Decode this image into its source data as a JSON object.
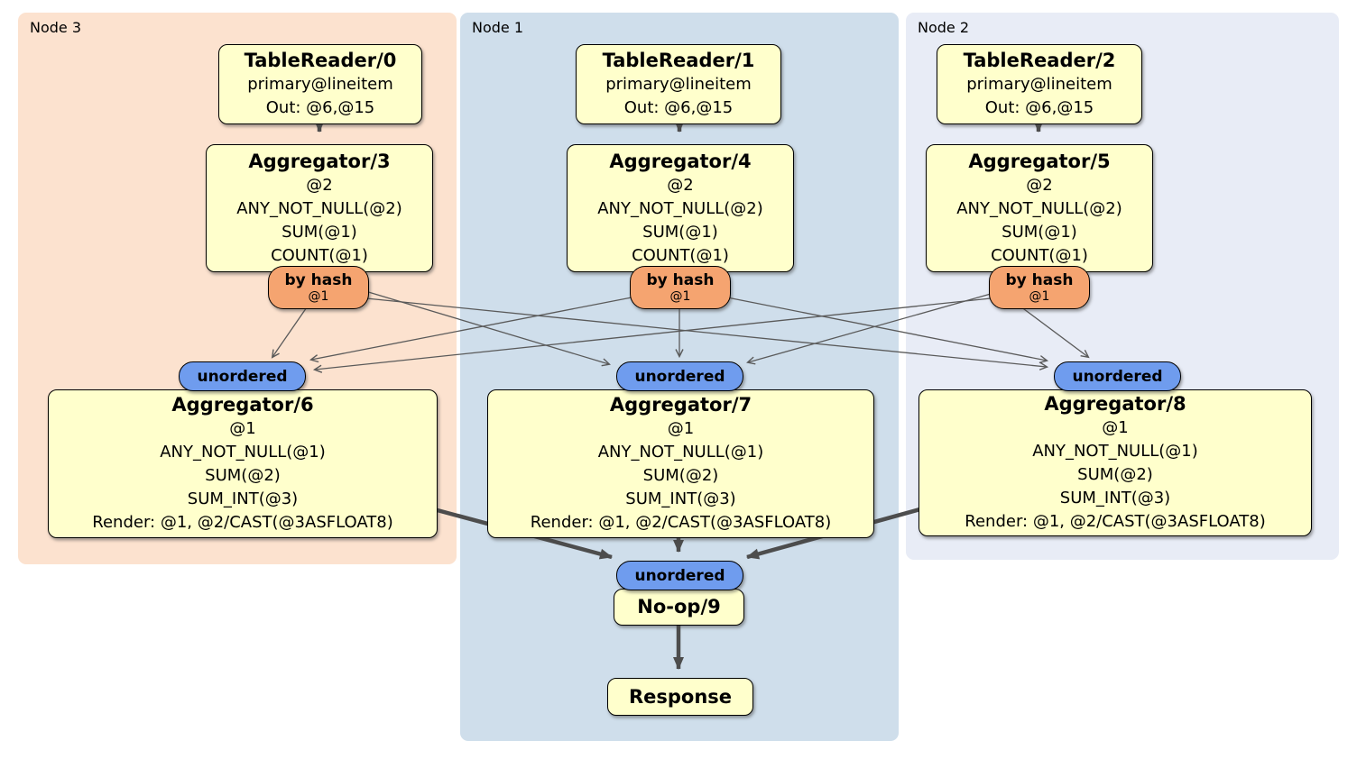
{
  "colors": {
    "node3_bg": "#fce2cf",
    "node1_bg": "#cfdeeb",
    "node2_bg": "#e8ecf6",
    "processor_bg": "#ffffcc",
    "router_bg": "#f5a470",
    "sync_bg": "#6f9cee",
    "edge_thick": "#4d4d4d",
    "edge_thin": "#5a5a5a"
  },
  "panels": [
    {
      "label": "Node 3"
    },
    {
      "label": "Node 1"
    },
    {
      "label": "Node 2"
    }
  ],
  "procs": {
    "tr0": {
      "title": "TableReader/0",
      "lines": [
        "primary@lineitem",
        "Out: @6,@15"
      ]
    },
    "tr1": {
      "title": "TableReader/1",
      "lines": [
        "primary@lineitem",
        "Out: @6,@15"
      ]
    },
    "tr2": {
      "title": "TableReader/2",
      "lines": [
        "primary@lineitem",
        "Out: @6,@15"
      ]
    },
    "agg3": {
      "title": "Aggregator/3",
      "lines": [
        "@2",
        "ANY_NOT_NULL(@2)",
        "SUM(@1)",
        "COUNT(@1)"
      ]
    },
    "agg4": {
      "title": "Aggregator/4",
      "lines": [
        "@2",
        "ANY_NOT_NULL(@2)",
        "SUM(@1)",
        "COUNT(@1)"
      ]
    },
    "agg5": {
      "title": "Aggregator/5",
      "lines": [
        "@2",
        "ANY_NOT_NULL(@2)",
        "SUM(@1)",
        "COUNT(@1)"
      ]
    },
    "agg6": {
      "title": "Aggregator/6",
      "lines": [
        "@1",
        "ANY_NOT_NULL(@1)",
        "SUM(@2)",
        "SUM_INT(@3)",
        "Render: @1, @2/CAST(@3ASFLOAT8)"
      ]
    },
    "agg7": {
      "title": "Aggregator/7",
      "lines": [
        "@1",
        "ANY_NOT_NULL(@1)",
        "SUM(@2)",
        "SUM_INT(@3)",
        "Render: @1, @2/CAST(@3ASFLOAT8)"
      ]
    },
    "agg8": {
      "title": "Aggregator/8",
      "lines": [
        "@1",
        "ANY_NOT_NULL(@1)",
        "SUM(@2)",
        "SUM_INT(@3)",
        "Render: @1, @2/CAST(@3ASFLOAT8)"
      ]
    },
    "noop9": {
      "title": "No-op/9"
    },
    "response": {
      "title": "Response"
    }
  },
  "router": {
    "label": "by hash",
    "detail": "@1"
  },
  "sync": {
    "unordered": "unordered"
  }
}
